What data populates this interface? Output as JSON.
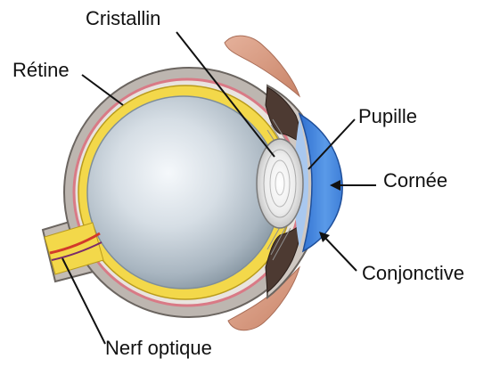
{
  "labels": {
    "cristallin": "Cristallin",
    "retine": "Rétine",
    "pupille": "Pupille",
    "cornee": "Cornée",
    "conjonctive": "Conjonctive",
    "nerf_optique": "Nerf optique"
  },
  "colors": {
    "sclera_outer": "#b9b2ad",
    "sclera_inner": "#d7d1cb",
    "choroid_line": "#d97a86",
    "retina": "#f3d84a",
    "vitreous_center": "#f4f7fa",
    "vitreous_edge": "#93a4b1",
    "iris": "#4d3a32",
    "cornea": "#4f8fe0",
    "lens": "#e8e8e8",
    "eyelid_skin": "#d89a82",
    "leader_line": "#111111"
  }
}
